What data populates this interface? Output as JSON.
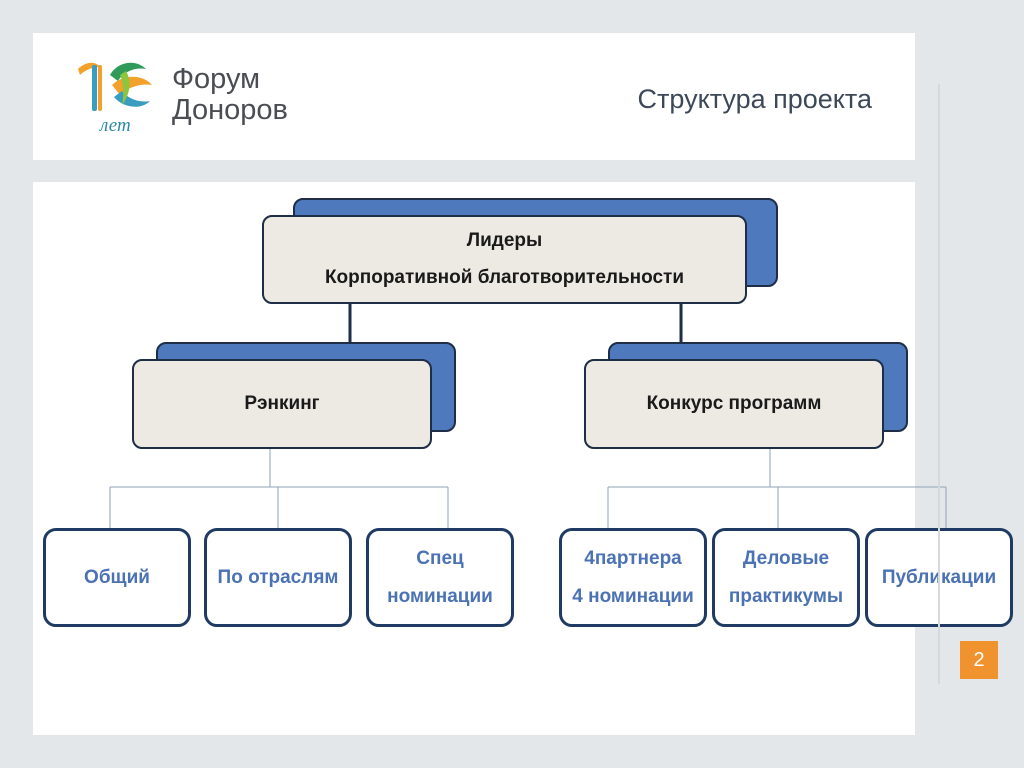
{
  "header": {
    "logo": {
      "brand_line_1": "Форум",
      "brand_line_2": "Доноров",
      "years": "лет"
    },
    "title": "Структура проекта"
  },
  "diagram": {
    "root": {
      "line_1": "Лидеры",
      "line_2": "Корпоративной благотворительности"
    },
    "branches": [
      {
        "label": "Рэнкинг",
        "children": [
          {
            "line_1": "Общий"
          },
          {
            "line_1": "По отраслям"
          },
          {
            "line_1": "Спец",
            "line_2": "номинации"
          }
        ]
      },
      {
        "label": "Конкурс программ",
        "children": [
          {
            "line_1": "4партнера",
            "line_2": "4 номинации"
          },
          {
            "line_1": "Деловые",
            "line_2": "практикумы"
          },
          {
            "line_1": "Публикации"
          }
        ]
      }
    ]
  },
  "page_number": "2",
  "colors": {
    "accent_blue": "#4f79bd",
    "box_fill": "#eceae2",
    "leaf_text": "#4a72b4",
    "page_badge": "#f0922d"
  }
}
